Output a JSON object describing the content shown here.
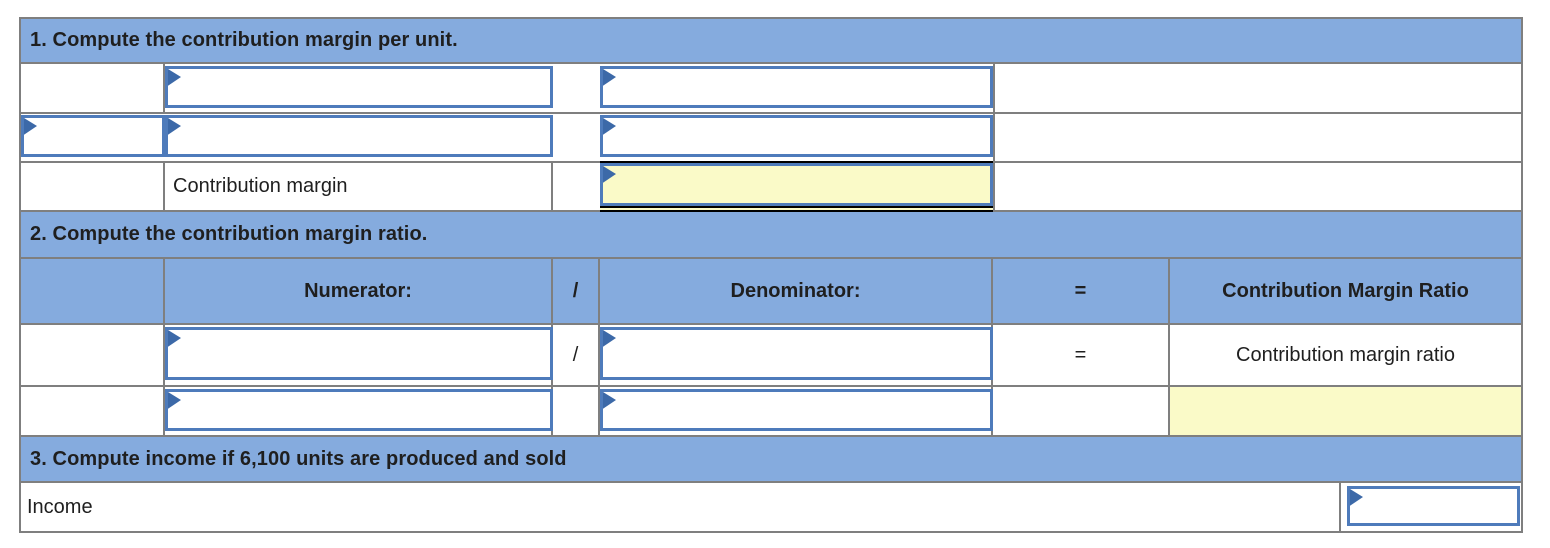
{
  "colors": {
    "header_blue": "#85abde",
    "grid_gray": "#7f7f7f",
    "input_border_blue": "#4e7bbb",
    "marker_blue": "#3c69a8",
    "highlight_yellow": "#fafac8",
    "rule_black": "#000000"
  },
  "icons": {
    "dropdown_marker": "right-pointing blue triangle flag in top-left of fillable cells"
  },
  "section1": {
    "title": "1. Compute the contribution margin per unit.",
    "contribution_margin_label": "Contribution margin",
    "inputs": {
      "row1_item": "",
      "row1_amount": "",
      "row2_qualifier": "",
      "row2_item": "",
      "row2_amount": "",
      "contribution_margin_total": ""
    }
  },
  "section2": {
    "title": "2. Compute the contribution margin ratio.",
    "column_headers": {
      "numerator": "Numerator:",
      "slash": "/",
      "denominator": "Denominator:",
      "equals": "=",
      "ratio": "Contribution Margin Ratio"
    },
    "row1": {
      "numerator_input": "",
      "slash": "/",
      "denominator_input": "",
      "equals": "=",
      "result_label": "Contribution margin ratio"
    },
    "row2": {
      "numerator_amount_input": "",
      "denominator_amount_input": "",
      "ratio_result": ""
    }
  },
  "section3": {
    "title": "3. Compute income if 6,100 units are produced and sold",
    "income_label": "Income",
    "income_input": ""
  }
}
